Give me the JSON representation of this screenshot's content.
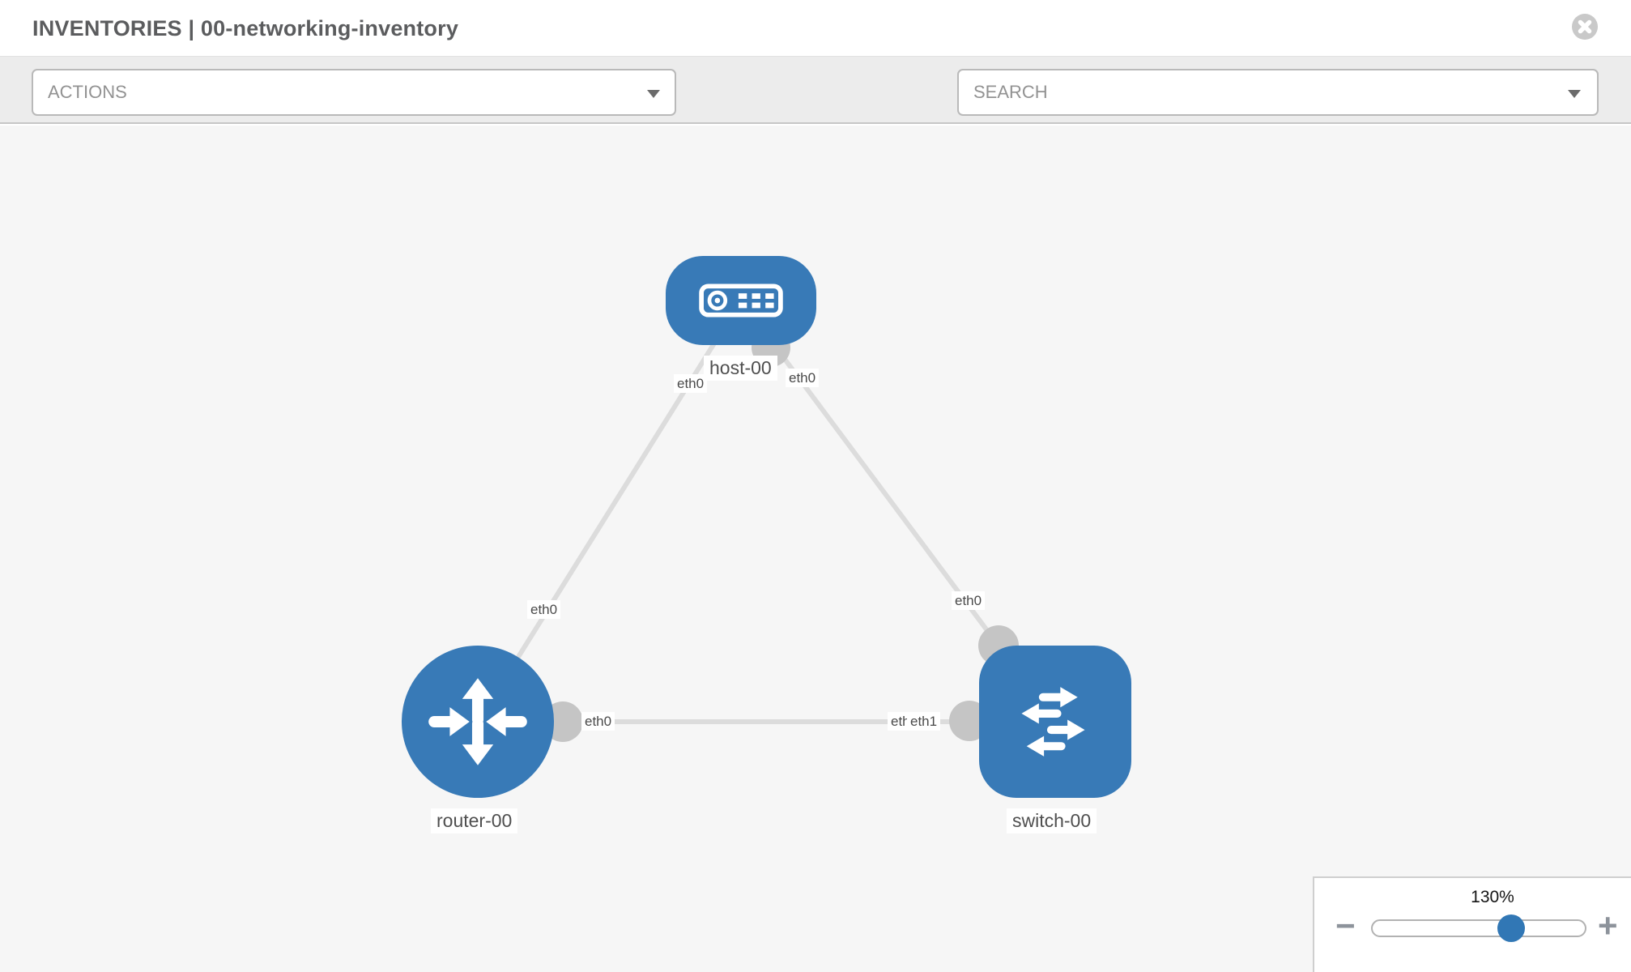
{
  "header": {
    "title": "INVENTORIES | 00-networking-inventory"
  },
  "toolbar": {
    "actions_label": "ACTIONS",
    "search_placeholder": "SEARCH"
  },
  "topology": {
    "nodes": [
      {
        "label": "host-00",
        "type": "host",
        "shape": "rounded-rect"
      },
      {
        "label": "router-00",
        "type": "router",
        "shape": "circle"
      },
      {
        "label": "switch-00",
        "type": "switch",
        "shape": "rounded-square"
      }
    ],
    "links": [
      {
        "from": "host-00",
        "to": "router-00",
        "from_interface": "eth0",
        "to_interface": "eth0"
      },
      {
        "from": "host-00",
        "to": "switch-00",
        "from_interface": "eth0",
        "to_interface": "eth0"
      },
      {
        "from": "router-00",
        "to": "switch-00",
        "from_interface": "eth0",
        "to_interface": "eth1",
        "to_interface_overlapped": "eth0"
      }
    ],
    "colors": {
      "node_fill": "#387ab7",
      "link": "#dcdcdc",
      "port": "#c5c5c5",
      "canvas_bg": "#f6f6f6"
    }
  },
  "zoom_control": {
    "value": "130%",
    "minus_icon": "−",
    "plus_icon": "+"
  }
}
